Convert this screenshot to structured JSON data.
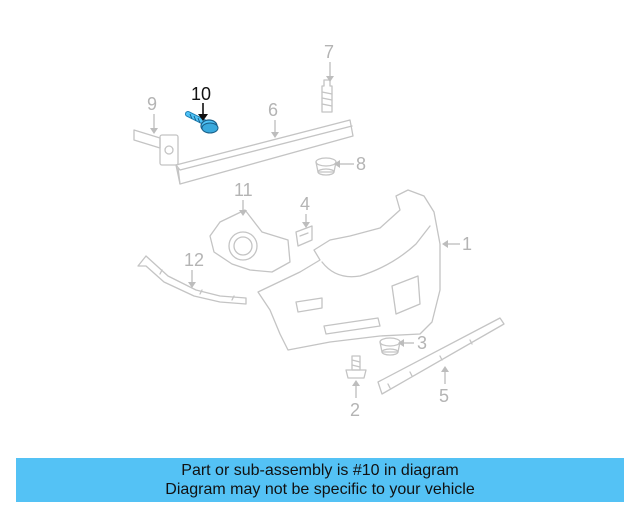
{
  "diagram": {
    "highlight_part": "10",
    "callouts": [
      {
        "id": "c1",
        "label": "1"
      },
      {
        "id": "c2",
        "label": "2"
      },
      {
        "id": "c3",
        "label": "3"
      },
      {
        "id": "c4",
        "label": "4"
      },
      {
        "id": "c5",
        "label": "5"
      },
      {
        "id": "c6",
        "label": "6"
      },
      {
        "id": "c7",
        "label": "7"
      },
      {
        "id": "c8",
        "label": "8"
      },
      {
        "id": "c9",
        "label": "9"
      },
      {
        "id": "c10",
        "label": "10"
      },
      {
        "id": "c11",
        "label": "11"
      },
      {
        "id": "c12",
        "label": "12"
      }
    ],
    "colors": {
      "highlight": "#4fc3f7",
      "banner": "#54c2f5",
      "line_art": "#c4c4c4"
    }
  },
  "banner": {
    "line1": "Part or sub-assembly is #10 in diagram",
    "line2": "Diagram may not be specific to your vehicle"
  }
}
